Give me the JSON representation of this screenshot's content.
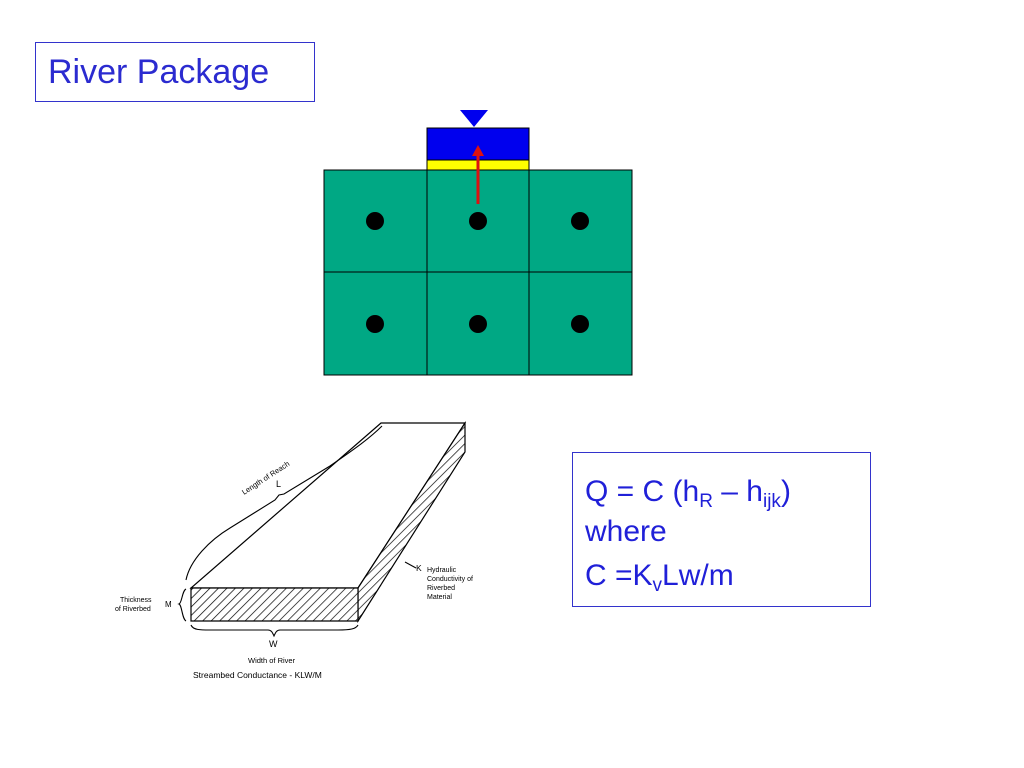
{
  "title": "River Package",
  "colors": {
    "title_text": "#2b2bd0",
    "border": "#3333cc",
    "aquifer_cell": "#00a884",
    "river_water": "#0000ee",
    "riverbed": "#ffff00",
    "flow_arrow": "#dd1111",
    "node": "#000000"
  },
  "grid": {
    "rows": 2,
    "cols": 3,
    "river_column": 2
  },
  "icons": {
    "water_level": "inverted-triangle",
    "flow": "up-arrow"
  },
  "figure": {
    "length_of_reach": "Length of Reach",
    "l_symbol": "L",
    "k_symbol": "K",
    "hydraulic": [
      "Hydraulic",
      "Conductivity of",
      "Riverbed",
      "Material"
    ],
    "thickness": [
      "Thickness",
      "of Riverbed"
    ],
    "m_symbol": "M",
    "w_symbol": "W",
    "width_of_river": "Width of River",
    "caption": "Streambed Conductance - KLW/M"
  },
  "equation": {
    "q_prefix": "Q = C (h",
    "hr_sub": "R",
    "dash": " – h",
    "hijk_sub": "ijk",
    "close": ")",
    "where": "where",
    "c_prefix": "C =K",
    "kv_sub": "v",
    "c_rest": "Lw/m"
  }
}
